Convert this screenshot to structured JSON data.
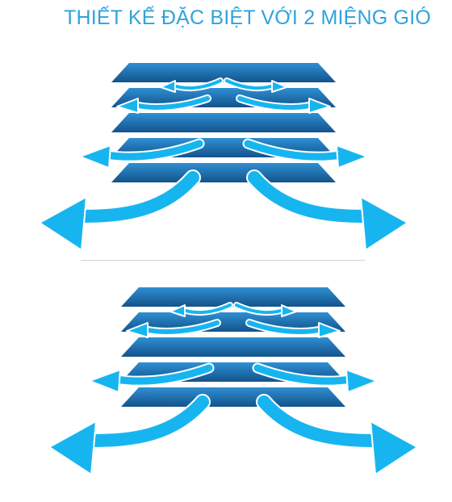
{
  "title": "THIẾT KẾ ĐẶC BIỆT VỚI 2 MIỆNG GIÓ",
  "colors": {
    "title": "#2fa3dc",
    "slat_dark": "#13538c",
    "slat_mid": "#1d79bf",
    "slat_light": "#2f8fd2",
    "arrow": "#17b5f0",
    "arrow_outline": "#ffffff",
    "divider": "#d6d6d6"
  },
  "illustrations": [
    {
      "name": "air-vent-upper",
      "slat_count": 5
    },
    {
      "name": "air-vent-lower",
      "slat_count": 5
    }
  ]
}
